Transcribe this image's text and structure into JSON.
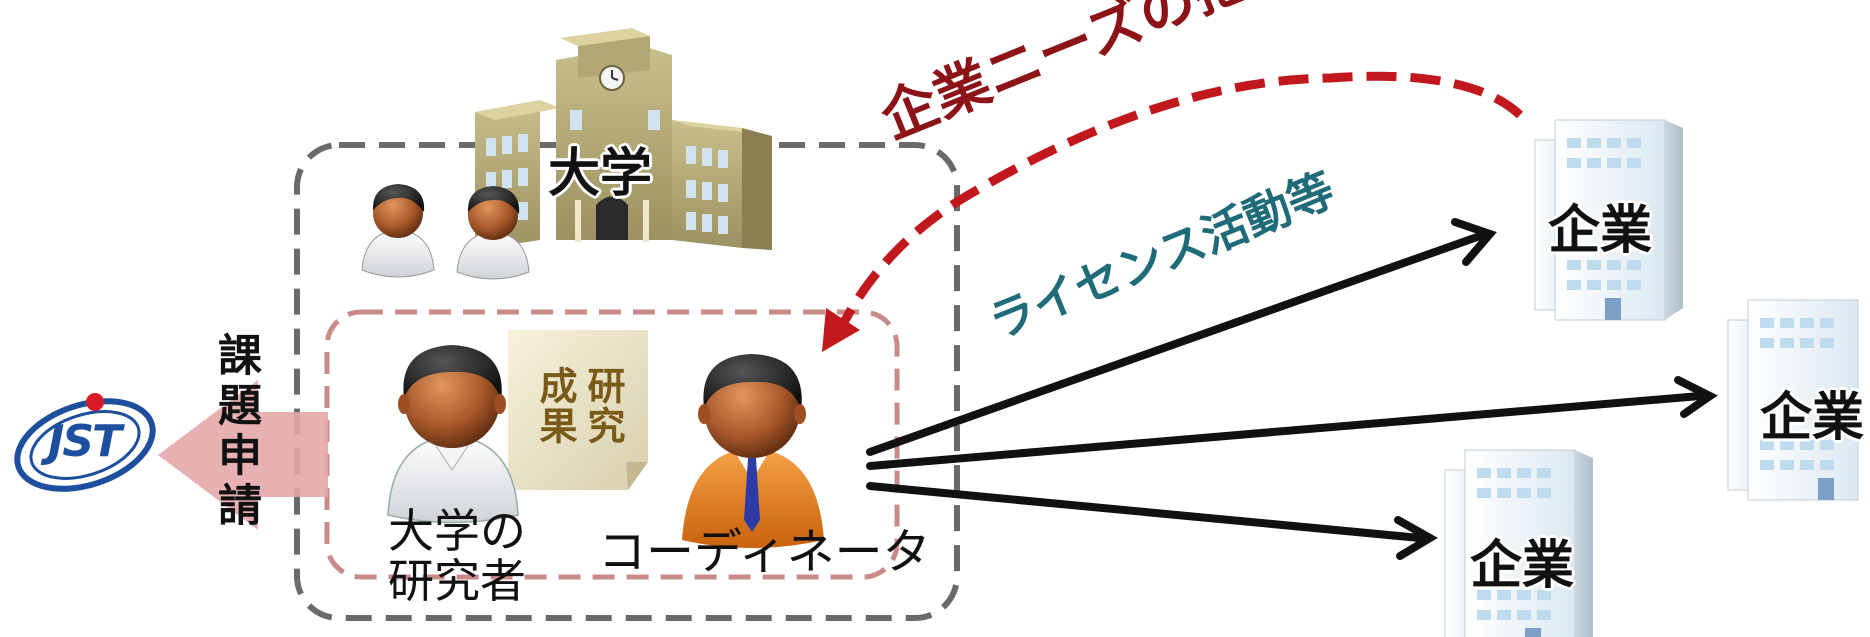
{
  "labels": {
    "university": "大学",
    "needs_grasp": "企業ニーズの把握",
    "license_activities": "ライセンス活動等",
    "application": "課題申請",
    "research_results": [
      "研究",
      "成果"
    ],
    "researcher": [
      "大学の",
      "研究者"
    ],
    "coordinator": "コーディネータ",
    "company": "企業",
    "jst_logo": "JST"
  },
  "colors": {
    "outer_box_dash": "#6a6a6a",
    "inner_box_dash": "#c98a8a",
    "needs_arrow": "#c0181c",
    "needs_text": "#8c1418",
    "license_text": "#1f6b78",
    "application_arrow": "#e4a7a9",
    "jst_blue": "#1d4f9e",
    "jst_red_dot": "#d91a28",
    "building_tan": "#b6ab78",
    "company_building": "#dcecf6",
    "coordinator_suit": "#e07b1a"
  },
  "icons": [
    "university-building-icon",
    "person-icon",
    "document-icon",
    "company-building-icon",
    "jst-logo"
  ]
}
